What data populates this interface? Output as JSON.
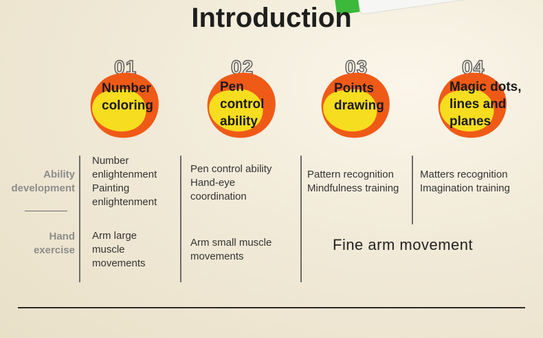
{
  "title": "Introduction",
  "cards": [
    {
      "number": "01",
      "label_lines": [
        "Number",
        "coloring"
      ]
    },
    {
      "number": "02",
      "label_lines": [
        "Pen",
        "control",
        "ability"
      ]
    },
    {
      "number": "03",
      "label_lines": [
        "Points",
        "drawing"
      ]
    },
    {
      "number": "04",
      "label_lines": [
        "Magic dots,",
        "lines and",
        "planes"
      ]
    }
  ],
  "rows": {
    "ability": {
      "label_lines": [
        "Ability",
        "development"
      ],
      "cells": [
        [
          "Number",
          "enlightenment",
          "Painting",
          "enlightenment"
        ],
        [
          "Pen control ability",
          "Hand-eye",
          "coordination"
        ],
        [
          "Pattern recognition",
          "Mindfulness training"
        ],
        [
          "Matters recognition",
          "Imagination training"
        ]
      ]
    },
    "hand": {
      "label_lines": [
        "Hand",
        "exercise"
      ],
      "cells": [
        [
          "Arm large",
          "muscle",
          "movements"
        ],
        [
          "Arm small muscle",
          "movements"
        ]
      ],
      "merged": "Fine arm movement"
    }
  },
  "colors": {
    "blob_orange": "#f05a17",
    "blob_yellow": "#f6dd1f",
    "marker_green": "#3cb83a"
  }
}
